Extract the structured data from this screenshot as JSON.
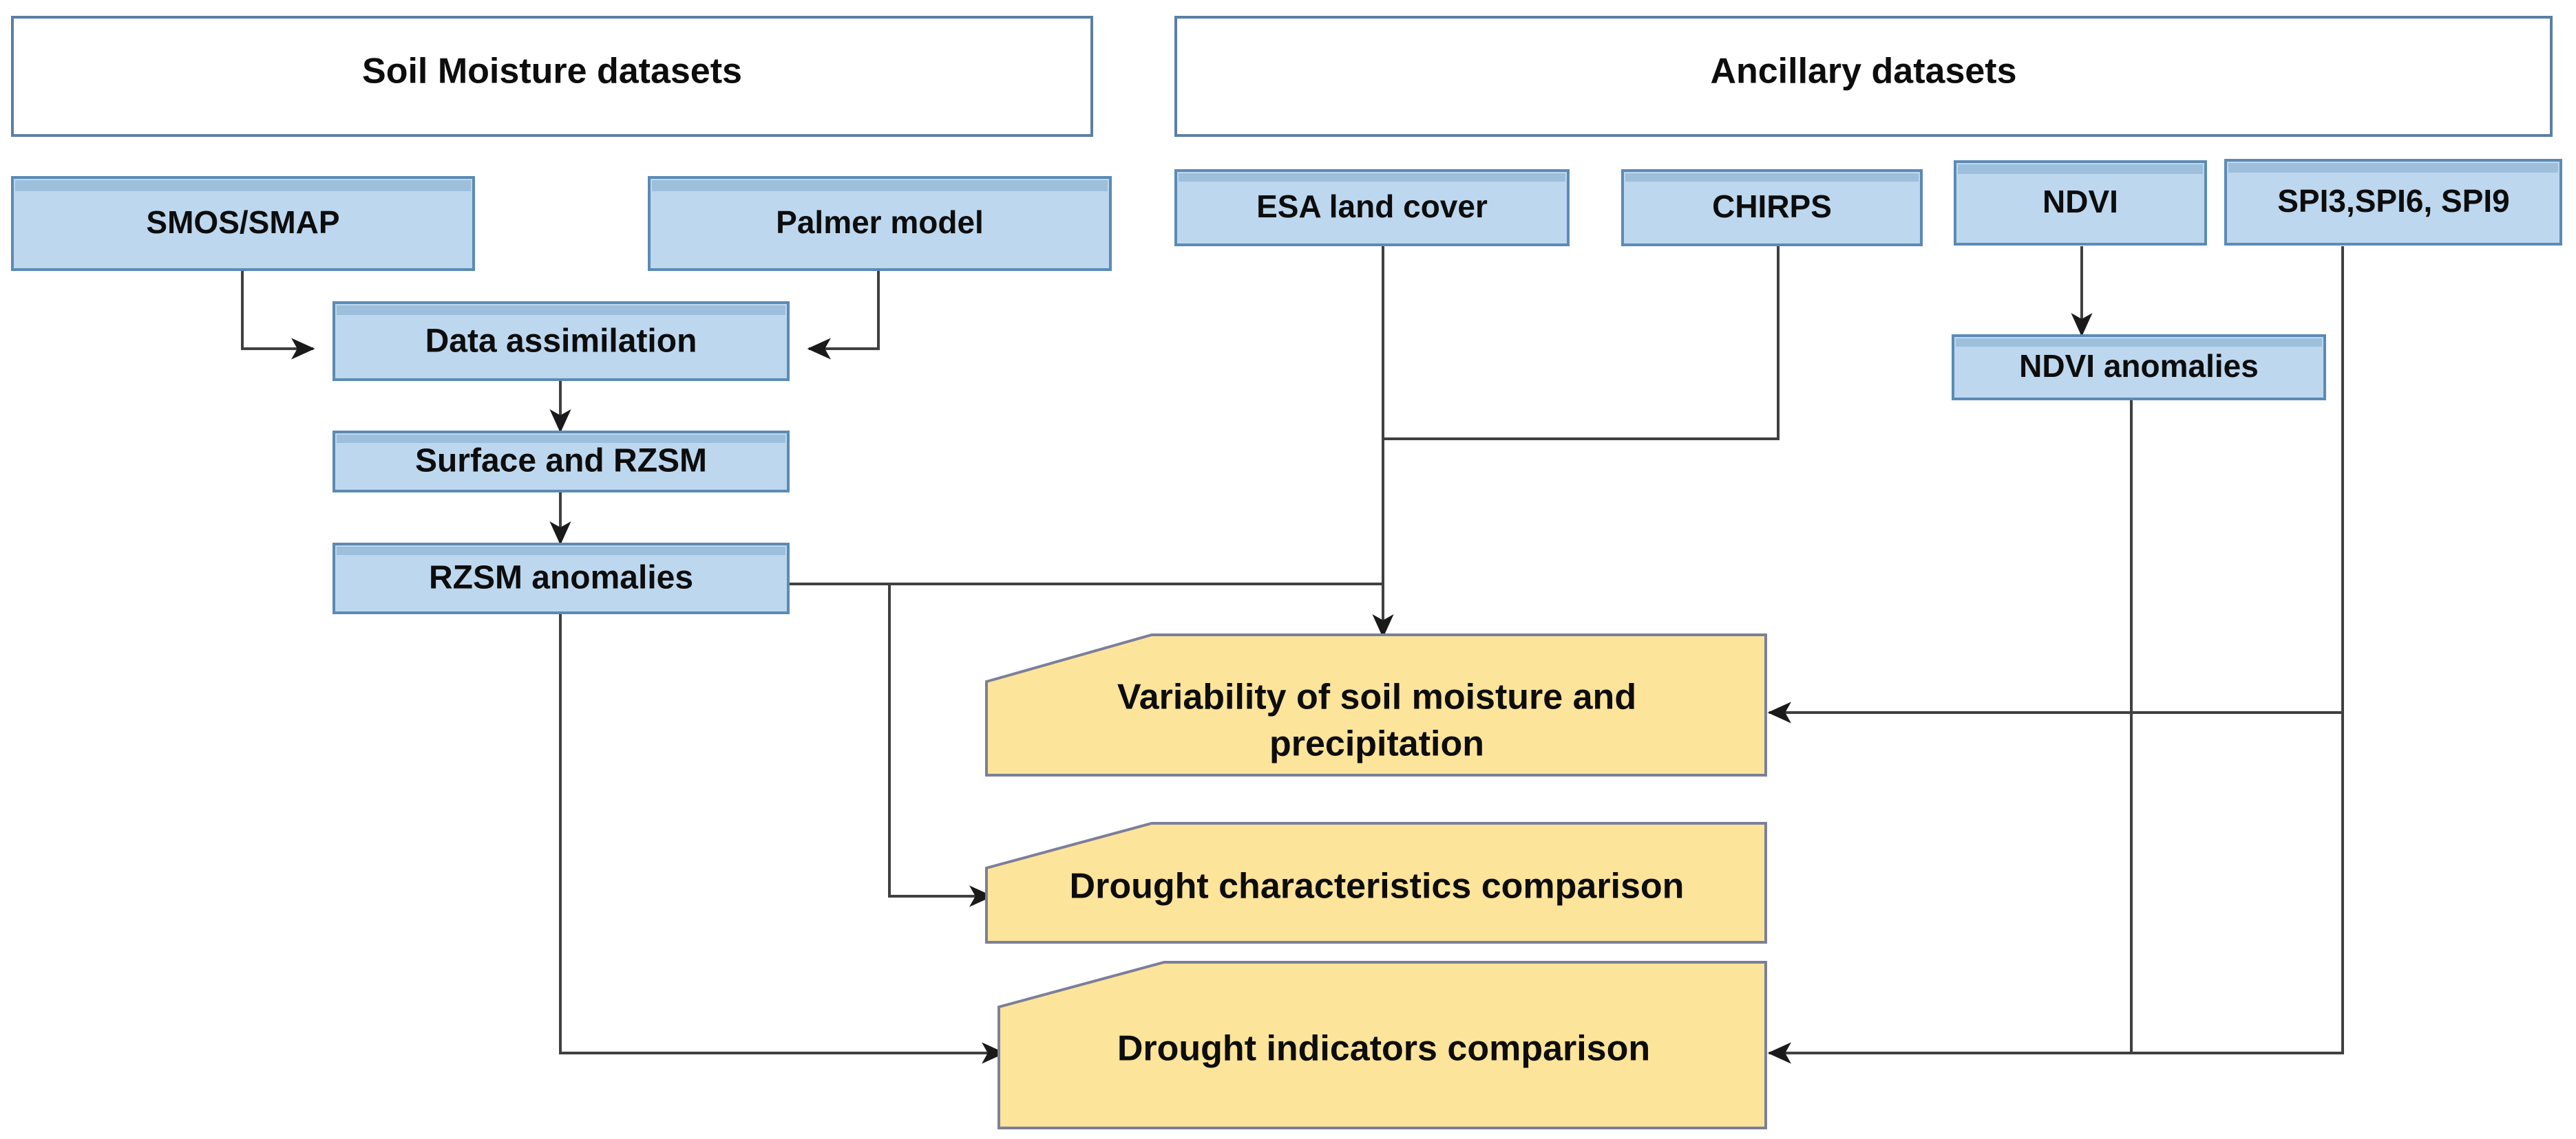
{
  "diagram": {
    "title_left": "Soil Moisture datasets",
    "title_right": "Ancillary datasets",
    "colors": {
      "blue_fill": "#bdd7ee",
      "blue_stroke": "#5b8bb5",
      "yellow_fill": "#fce49b",
      "yellow_stroke": "#7b7f99",
      "header_stroke": "#5b7fa6",
      "connector": "#404040",
      "text": "#0d0d0d"
    },
    "groups": [
      {
        "id": "soil-moisture-group",
        "label": "Soil Moisture datasets"
      },
      {
        "id": "ancillary-group",
        "label": "Ancillary datasets"
      }
    ],
    "nodes": [
      {
        "id": "smos-smap",
        "label": "SMOS/SMAP",
        "shape": "rect",
        "color": "blue"
      },
      {
        "id": "palmer-model",
        "label": "Palmer model",
        "shape": "rect",
        "color": "blue"
      },
      {
        "id": "data-assimilation",
        "label": "Data assimilation",
        "shape": "rect",
        "color": "blue"
      },
      {
        "id": "surface-and-rzsm",
        "label": "Surface and RZSM",
        "shape": "rect",
        "color": "blue"
      },
      {
        "id": "rzsm-anomalies",
        "label": "RZSM anomalies",
        "shape": "rect",
        "color": "blue"
      },
      {
        "id": "esa-land-cover",
        "label": "ESA land cover",
        "shape": "rect",
        "color": "blue"
      },
      {
        "id": "chirps",
        "label": "CHIRPS",
        "shape": "rect",
        "color": "blue"
      },
      {
        "id": "ndvi",
        "label": "NDVI",
        "shape": "rect",
        "color": "blue"
      },
      {
        "id": "spi-indices",
        "label": "SPI3,SPI6, SPI9",
        "shape": "rect",
        "color": "blue"
      },
      {
        "id": "ndvi-anomalies",
        "label": "NDVI anomalies",
        "shape": "rect",
        "color": "blue"
      },
      {
        "id": "variability-sm-precip",
        "label_line1": "Variability of soil moisture and",
        "label_line2": "precipitation",
        "shape": "chamfer",
        "color": "yellow"
      },
      {
        "id": "drought-char-comp",
        "label": "Drought characteristics comparison",
        "shape": "chamfer",
        "color": "yellow"
      },
      {
        "id": "drought-ind-comp",
        "label": "Drought indicators comparison",
        "shape": "chamfer",
        "color": "yellow"
      }
    ],
    "edges": [
      {
        "from": "smos-smap",
        "to": "data-assimilation",
        "arrow": true
      },
      {
        "from": "palmer-model",
        "to": "data-assimilation",
        "arrow": true
      },
      {
        "from": "data-assimilation",
        "to": "surface-and-rzsm",
        "arrow": true
      },
      {
        "from": "surface-and-rzsm",
        "to": "rzsm-anomalies",
        "arrow": true
      },
      {
        "from": "rzsm-anomalies",
        "to": "drought-char-comp",
        "arrow": true
      },
      {
        "from": "rzsm-anomalies",
        "to": "drought-ind-comp",
        "arrow": true
      },
      {
        "from": "esa-land-cover",
        "to": "variability-sm-precip",
        "arrow": true
      },
      {
        "from": "chirps",
        "to": "variability-sm-precip",
        "arrow": true
      },
      {
        "from": "ndvi",
        "to": "ndvi-anomalies",
        "arrow": true
      },
      {
        "from": "ndvi-anomalies",
        "to": "drought-ind-comp",
        "arrow": true
      },
      {
        "from": "spi-indices",
        "to": "variability-sm-precip",
        "arrow": true
      },
      {
        "from": "spi-indices",
        "to": "drought-ind-comp",
        "arrow": true
      }
    ]
  }
}
